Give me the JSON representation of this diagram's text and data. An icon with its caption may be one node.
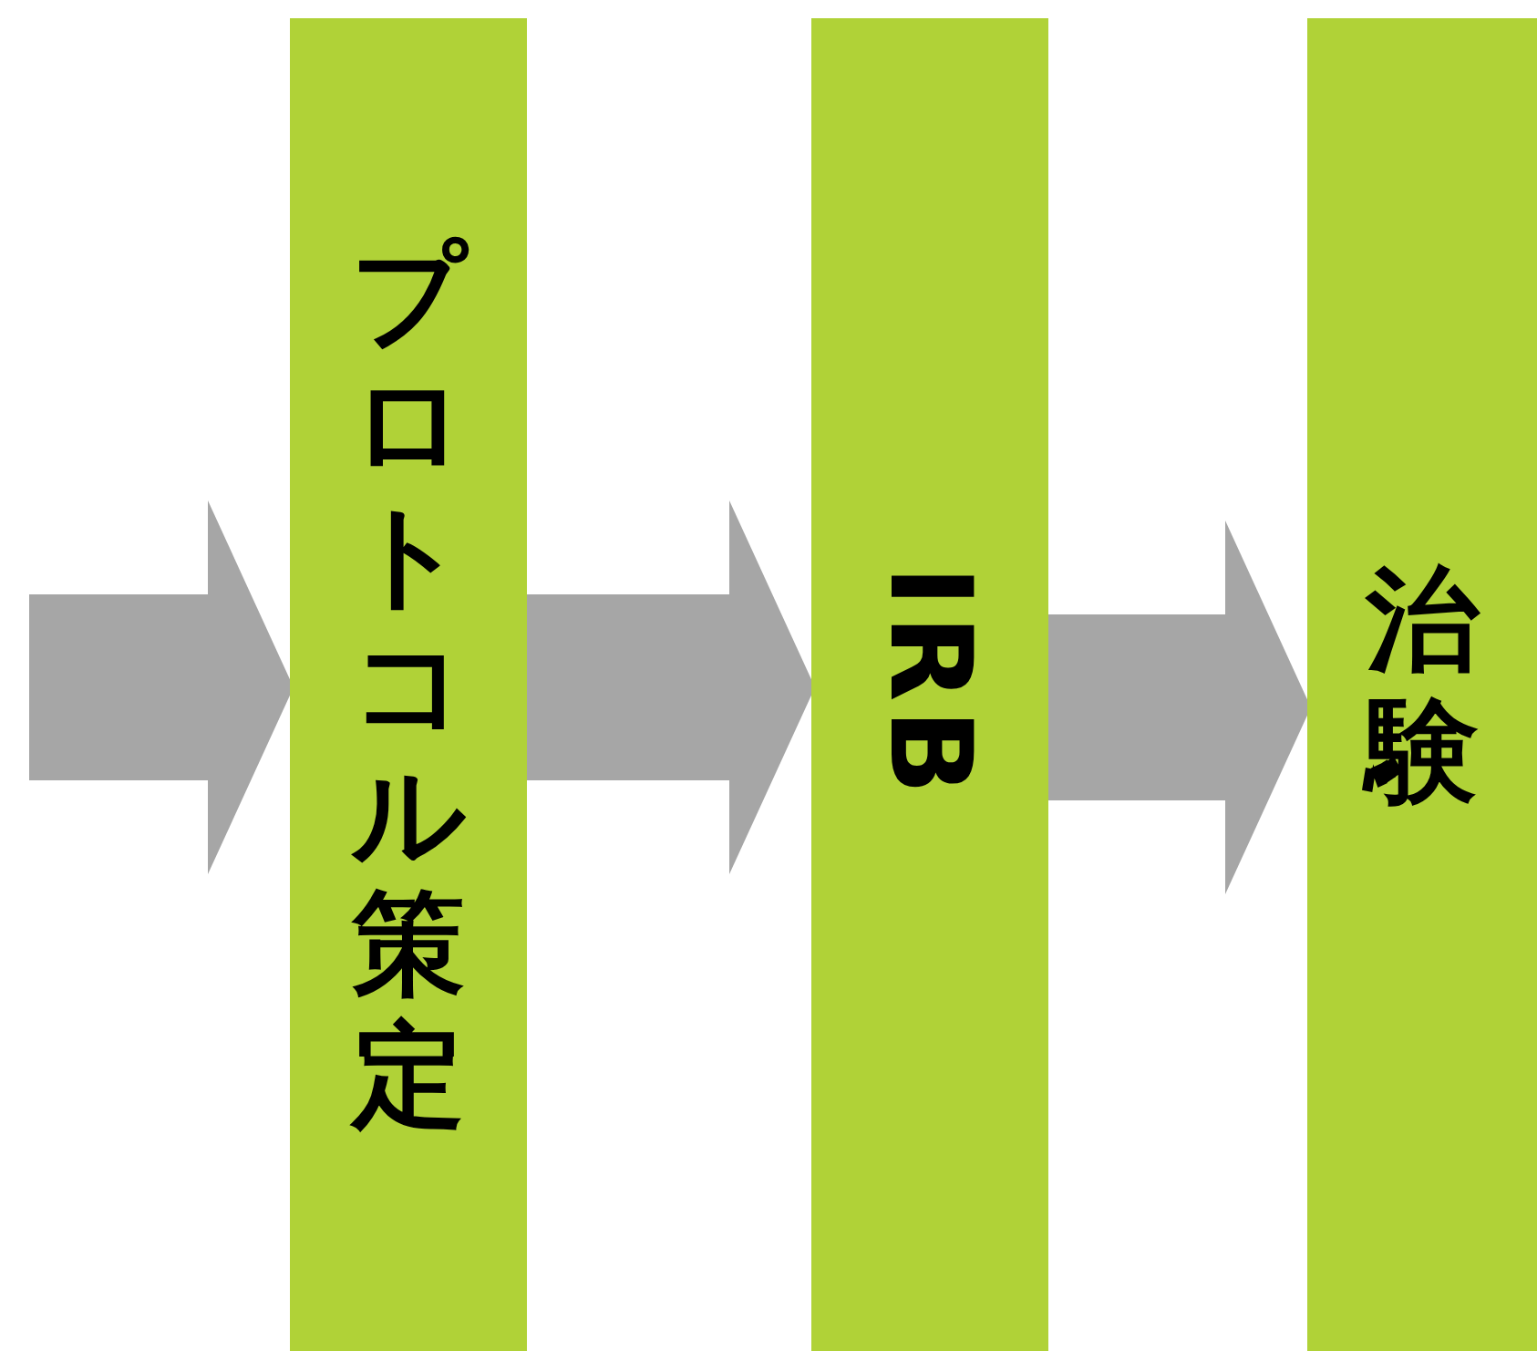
{
  "diagram": {
    "nodes": [
      {
        "text": [
          "プロトコル策定"
        ]
      },
      {
        "text": [
          "IRB"
        ]
      },
      {
        "text": [
          "治験"
        ]
      }
    ],
    "edges": [
      {
        "from": null,
        "to": 0,
        "arrow": "to"
      },
      {
        "from": 0,
        "to": 1,
        "arrow": "to"
      },
      {
        "from": 1,
        "to": 2,
        "arrow": "to"
      }
    ]
  }
}
